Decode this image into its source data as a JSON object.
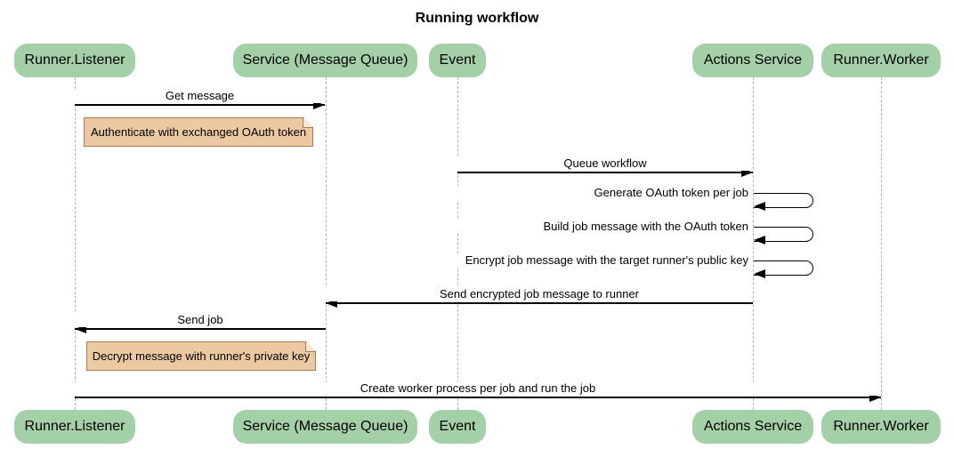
{
  "title": "Running workflow",
  "diagram_type": "sequence",
  "colors": {
    "participant_fill": "#a3d0a6",
    "note_fill": "#ecc9a2",
    "note_border": "#a97c4f",
    "lifeline": "#b0b0b0",
    "line": "#000000",
    "background": "#ffffff",
    "text": "#000000"
  },
  "participants": [
    {
      "label": "Runner.Listener"
    },
    {
      "label": "Service (Message Queue)"
    },
    {
      "label": "Event"
    },
    {
      "label": "Actions Service"
    },
    {
      "label": "Runner.Worker"
    }
  ],
  "messages": [
    {
      "label": "Get message",
      "from": "Runner.Listener",
      "to": "Service (Message Queue)"
    },
    {
      "label": "Queue workflow",
      "from": "Event",
      "to": "Actions Service"
    },
    {
      "label": "Generate OAuth token per job",
      "from": "Actions Service",
      "to": "Actions Service"
    },
    {
      "label": "Build job message with the OAuth token",
      "from": "Actions Service",
      "to": "Actions Service"
    },
    {
      "label": "Encrypt job message with the target runner's public key",
      "from": "Actions Service",
      "to": "Actions Service"
    },
    {
      "label": "Send encrypted job message to runner",
      "from": "Actions Service",
      "to": "Service (Message Queue)"
    },
    {
      "label": "Send job",
      "from": "Service (Message Queue)",
      "to": "Runner.Listener"
    },
    {
      "label": "Create worker process per job and run the job",
      "from": "Runner.Listener",
      "to": "Runner.Worker"
    }
  ],
  "notes": [
    {
      "text": "Authenticate with exchanged OAuth token",
      "position": "right of Runner.Listener"
    },
    {
      "text": "Decrypt message with runner's private key",
      "position": "right of Runner.Listener"
    }
  ]
}
